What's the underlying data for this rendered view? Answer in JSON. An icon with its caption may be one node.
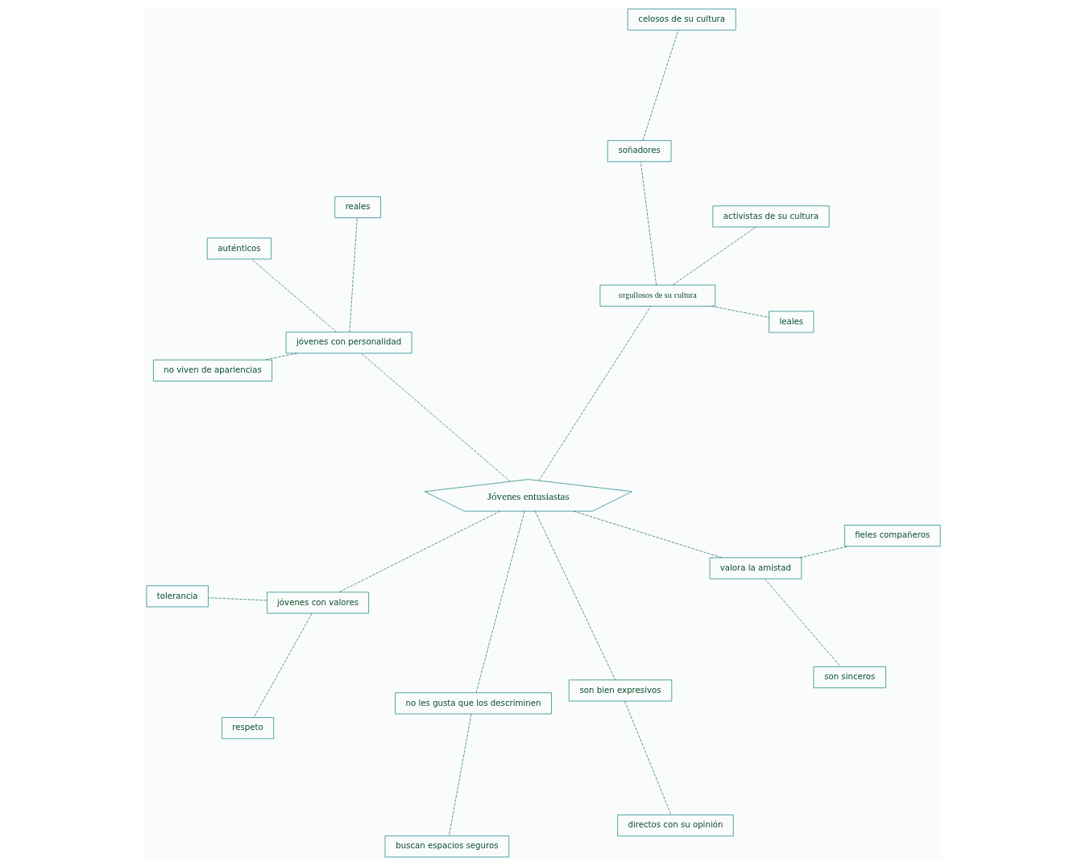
{
  "diagram": {
    "nodes": [
      {
        "text": [
          "Jóvenes entusiastas"
        ]
      },
      {
        "text": [
          "valora la amistad"
        ]
      },
      {
        "text": [
          "son sinceros"
        ]
      },
      {
        "text": [
          "fieles compañeros"
        ]
      },
      {
        "text": [
          "jóvenes con valores"
        ]
      },
      {
        "text": [
          "tolerancia"
        ]
      },
      {
        "text": [
          "respeto"
        ]
      },
      {
        "text": [
          "son bien expresivos"
        ]
      },
      {
        "text": [
          "directos con su opinión"
        ]
      },
      {
        "text": [
          "no les gusta que los descriminen"
        ]
      },
      {
        "text": [
          "buscan espacios seguros"
        ]
      },
      {
        "text": [
          "orgullosos de su cultura"
        ]
      },
      {
        "text": [
          "leales"
        ]
      },
      {
        "text": [
          "activistas de su cultura"
        ]
      },
      {
        "text": [
          "soñadores"
        ]
      },
      {
        "text": [
          "celosos de su cultura"
        ]
      },
      {
        "text": [
          "jóvenes con personalidad"
        ]
      },
      {
        "text": [
          "auténticos"
        ]
      },
      {
        "text": [
          "no viven de apariencias"
        ]
      },
      {
        "text": [
          "reales"
        ]
      }
    ],
    "edges": [
      {
        "from": 0,
        "to": 1,
        "arrow": "none",
        "style": "dashed"
      },
      {
        "from": 1,
        "to": 2,
        "arrow": "none",
        "style": "dashed"
      },
      {
        "from": 1,
        "to": 3,
        "arrow": "none",
        "style": "dashed"
      },
      {
        "from": 0,
        "to": 4,
        "arrow": "none",
        "style": "dashed"
      },
      {
        "from": 4,
        "to": 5,
        "arrow": "none",
        "style": "dashed"
      },
      {
        "from": 4,
        "to": 6,
        "arrow": "none",
        "style": "dashed"
      },
      {
        "from": 0,
        "to": 7,
        "arrow": "none",
        "style": "dashed"
      },
      {
        "from": 7,
        "to": 8,
        "arrow": "none",
        "style": "dashed"
      },
      {
        "from": 0,
        "to": 9,
        "arrow": "none",
        "style": "dashed"
      },
      {
        "from": 9,
        "to": 10,
        "arrow": "none",
        "style": "dashed"
      },
      {
        "from": 0,
        "to": 11,
        "arrow": "none",
        "style": "dashed"
      },
      {
        "from": 11,
        "to": 12,
        "arrow": "none",
        "style": "dashed"
      },
      {
        "from": 11,
        "to": 13,
        "arrow": "none",
        "style": "dashed"
      },
      {
        "from": 11,
        "to": 14,
        "arrow": "none",
        "style": "dashed"
      },
      {
        "from": 14,
        "to": 15,
        "arrow": "none",
        "style": "dashed"
      },
      {
        "from": 0,
        "to": 16,
        "arrow": "none",
        "style": "dashed"
      },
      {
        "from": 16,
        "to": 17,
        "arrow": "none",
        "style": "dashed"
      },
      {
        "from": 16,
        "to": 18,
        "arrow": "none",
        "style": "dashed"
      },
      {
        "from": 16,
        "to": 19,
        "arrow": "none",
        "style": "dashed"
      }
    ]
  }
}
